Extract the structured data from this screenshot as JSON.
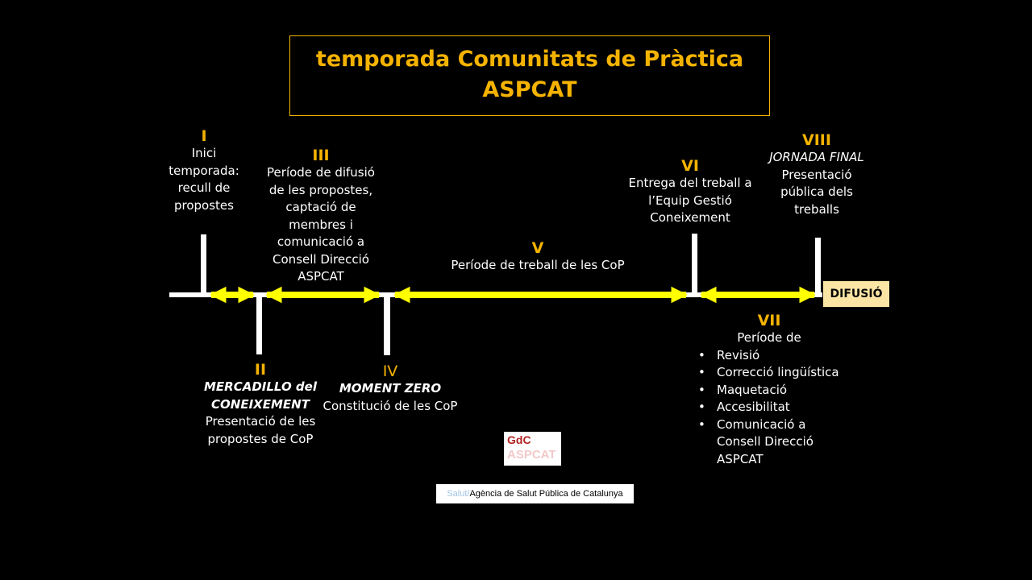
{
  "title": {
    "line1": "temporada Comunitats de Pràctica",
    "line2": "ASPCAT"
  },
  "milestones": {
    "i": {
      "numeral": "I",
      "text": [
        "Inici",
        "temporada:",
        "recull de",
        "propostes"
      ]
    },
    "ii": {
      "numeral": "II",
      "italic": [
        "MERCADILLO del",
        "CONEIXEMENT"
      ],
      "text": [
        "Presentació de les",
        "propostes de CoP"
      ]
    },
    "iii": {
      "numeral": "III",
      "text": [
        "Període de difusió",
        "de les propostes,",
        "captació de",
        "membres i",
        "comunicació a",
        "Consell Direcció",
        "ASPCAT"
      ]
    },
    "iv": {
      "numeral": "IV",
      "italic": [
        "MOMENT ZERO"
      ],
      "text": [
        "Constitució de les CoP"
      ]
    },
    "v": {
      "numeral": "V",
      "text": [
        "Període de treball de les CoP"
      ]
    },
    "vi": {
      "numeral": "VI",
      "text": [
        "Entrega del treball a",
        "l’Equip Gestió",
        "Coneixement"
      ]
    },
    "vii": {
      "numeral": "VII",
      "intro": "Període de",
      "bullets": [
        "Revisió",
        "Correcció lingüística",
        "Maquetació",
        "Accesibilitat",
        "Comunicació a",
        "Consell Direcció",
        "ASPCAT"
      ]
    },
    "viii": {
      "numeral": "VIII",
      "italic": [
        "JORNADA FINAL"
      ],
      "text": [
        "Presentació",
        "pública dels",
        "treballs"
      ]
    }
  },
  "difusio_label": "DIFUSIÓ",
  "logo": {
    "top": "GdC",
    "bottom": "ASPCAT"
  },
  "agency": {
    "salut": "Salut",
    "sep": "/",
    "name": "Agència de Salut Pública de Catalunya"
  },
  "colors": {
    "accent": "#f5b301",
    "arrow": "#ffff00",
    "background": "#000000",
    "difusio_bg": "#fbe5a5"
  }
}
